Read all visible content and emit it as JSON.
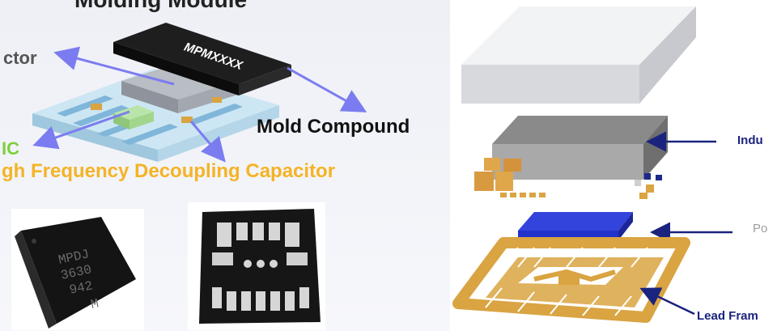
{
  "left_panel": {
    "title_partial": "Molding Module",
    "label_inductor_partial": "ctor",
    "label_mold_compound": "Mold Compound",
    "label_ic_partial": "IC",
    "label_hf_decoupling_partial": "gh Frequency Decoupling Capacitor",
    "package_marking": "MPMXXXX",
    "chip_photo_marking": [
      "MPDJ",
      "3630",
      "942",
      "M"
    ]
  },
  "right_panel": {
    "label_inductor_partial": "Indu",
    "label_power_partial": "Po",
    "label_lead_frame_partial": "Lead Fram"
  },
  "colors": {
    "arrow_left": "#7b7cf0",
    "arrow_right": "#1a237e",
    "ic_label": "#7ecf3c",
    "capacitor_label": "#f5b325",
    "lead_frame": "#d9a441",
    "power_die": "#2233cc"
  }
}
